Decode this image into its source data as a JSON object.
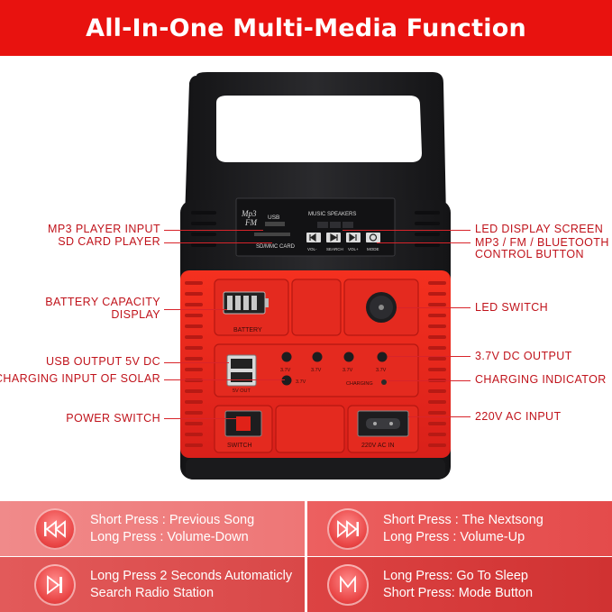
{
  "header": {
    "title": "All-In-One Multi-Media Function"
  },
  "device": {
    "panel_labels": {
      "mp3_fm": "Mp3 FM",
      "usb": "USB",
      "sd_card": "SD/MMC CARD",
      "music_speakers": "MUSIC SPEAKERS",
      "vol_minus": "VOL-",
      "search": "SEARCH",
      "vol_plus": "VOL+",
      "mode": "MODE",
      "battery": "BATTERY",
      "voltage_1": "3.7V",
      "voltage_2": "3.7V",
      "voltage_3": "3.7V",
      "voltage_4": "3.7V",
      "voltage_5": "3.7V",
      "usb_5v_out": "5V OUT",
      "charging": "CHARGING",
      "switch": "SWITCH",
      "ac_in": "220V AC IN"
    }
  },
  "callouts": {
    "mp3_input": "MP3 PLAYER INPUT",
    "sd_card": "SD CARD PLAYER",
    "battery_1": "BATTERY CAPACITY",
    "battery_2": "DISPLAY",
    "usb_output": "USB OUTPUT 5V DC",
    "solar_input": "CHARGING INPUT OF SOLAR",
    "power_switch": "POWER SWITCH",
    "led_display": "LED DISPLAY SCREEN",
    "control_1": "MP3 / FM / BLUETOOTH",
    "control_2": "CONTROL BUTTON",
    "led_switch": "LED SWITCH",
    "dc_output": "3.7V DC OUTPUT",
    "charging_indicator": "CHARGING INDICATOR",
    "ac_input": "220V AC INPUT"
  },
  "functions": [
    {
      "icon": "previous-song-icon",
      "line1": "Short Press : Previous Song",
      "line2": "Long Press : Volume-Down"
    },
    {
      "icon": "next-song-icon",
      "line1": "Short Press : The Nextsong",
      "line2": "Long Press : Volume-Up"
    },
    {
      "icon": "play-pause-icon",
      "line1": "Long Press 2 Seconds Automaticly",
      "line2": "Search Radio Station"
    },
    {
      "icon": "mode-icon",
      "line1": "Long Press: Go To Sleep",
      "line2": "Short Press: Mode Button"
    }
  ],
  "colors": {
    "header_bg": "#e8120f",
    "device_red": "#f0291f",
    "device_black": "#1d1d1f",
    "callout_text": "#c0131b",
    "panel_left_top": "#ef7d7d",
    "panel_right_top": "#e54a4a"
  }
}
